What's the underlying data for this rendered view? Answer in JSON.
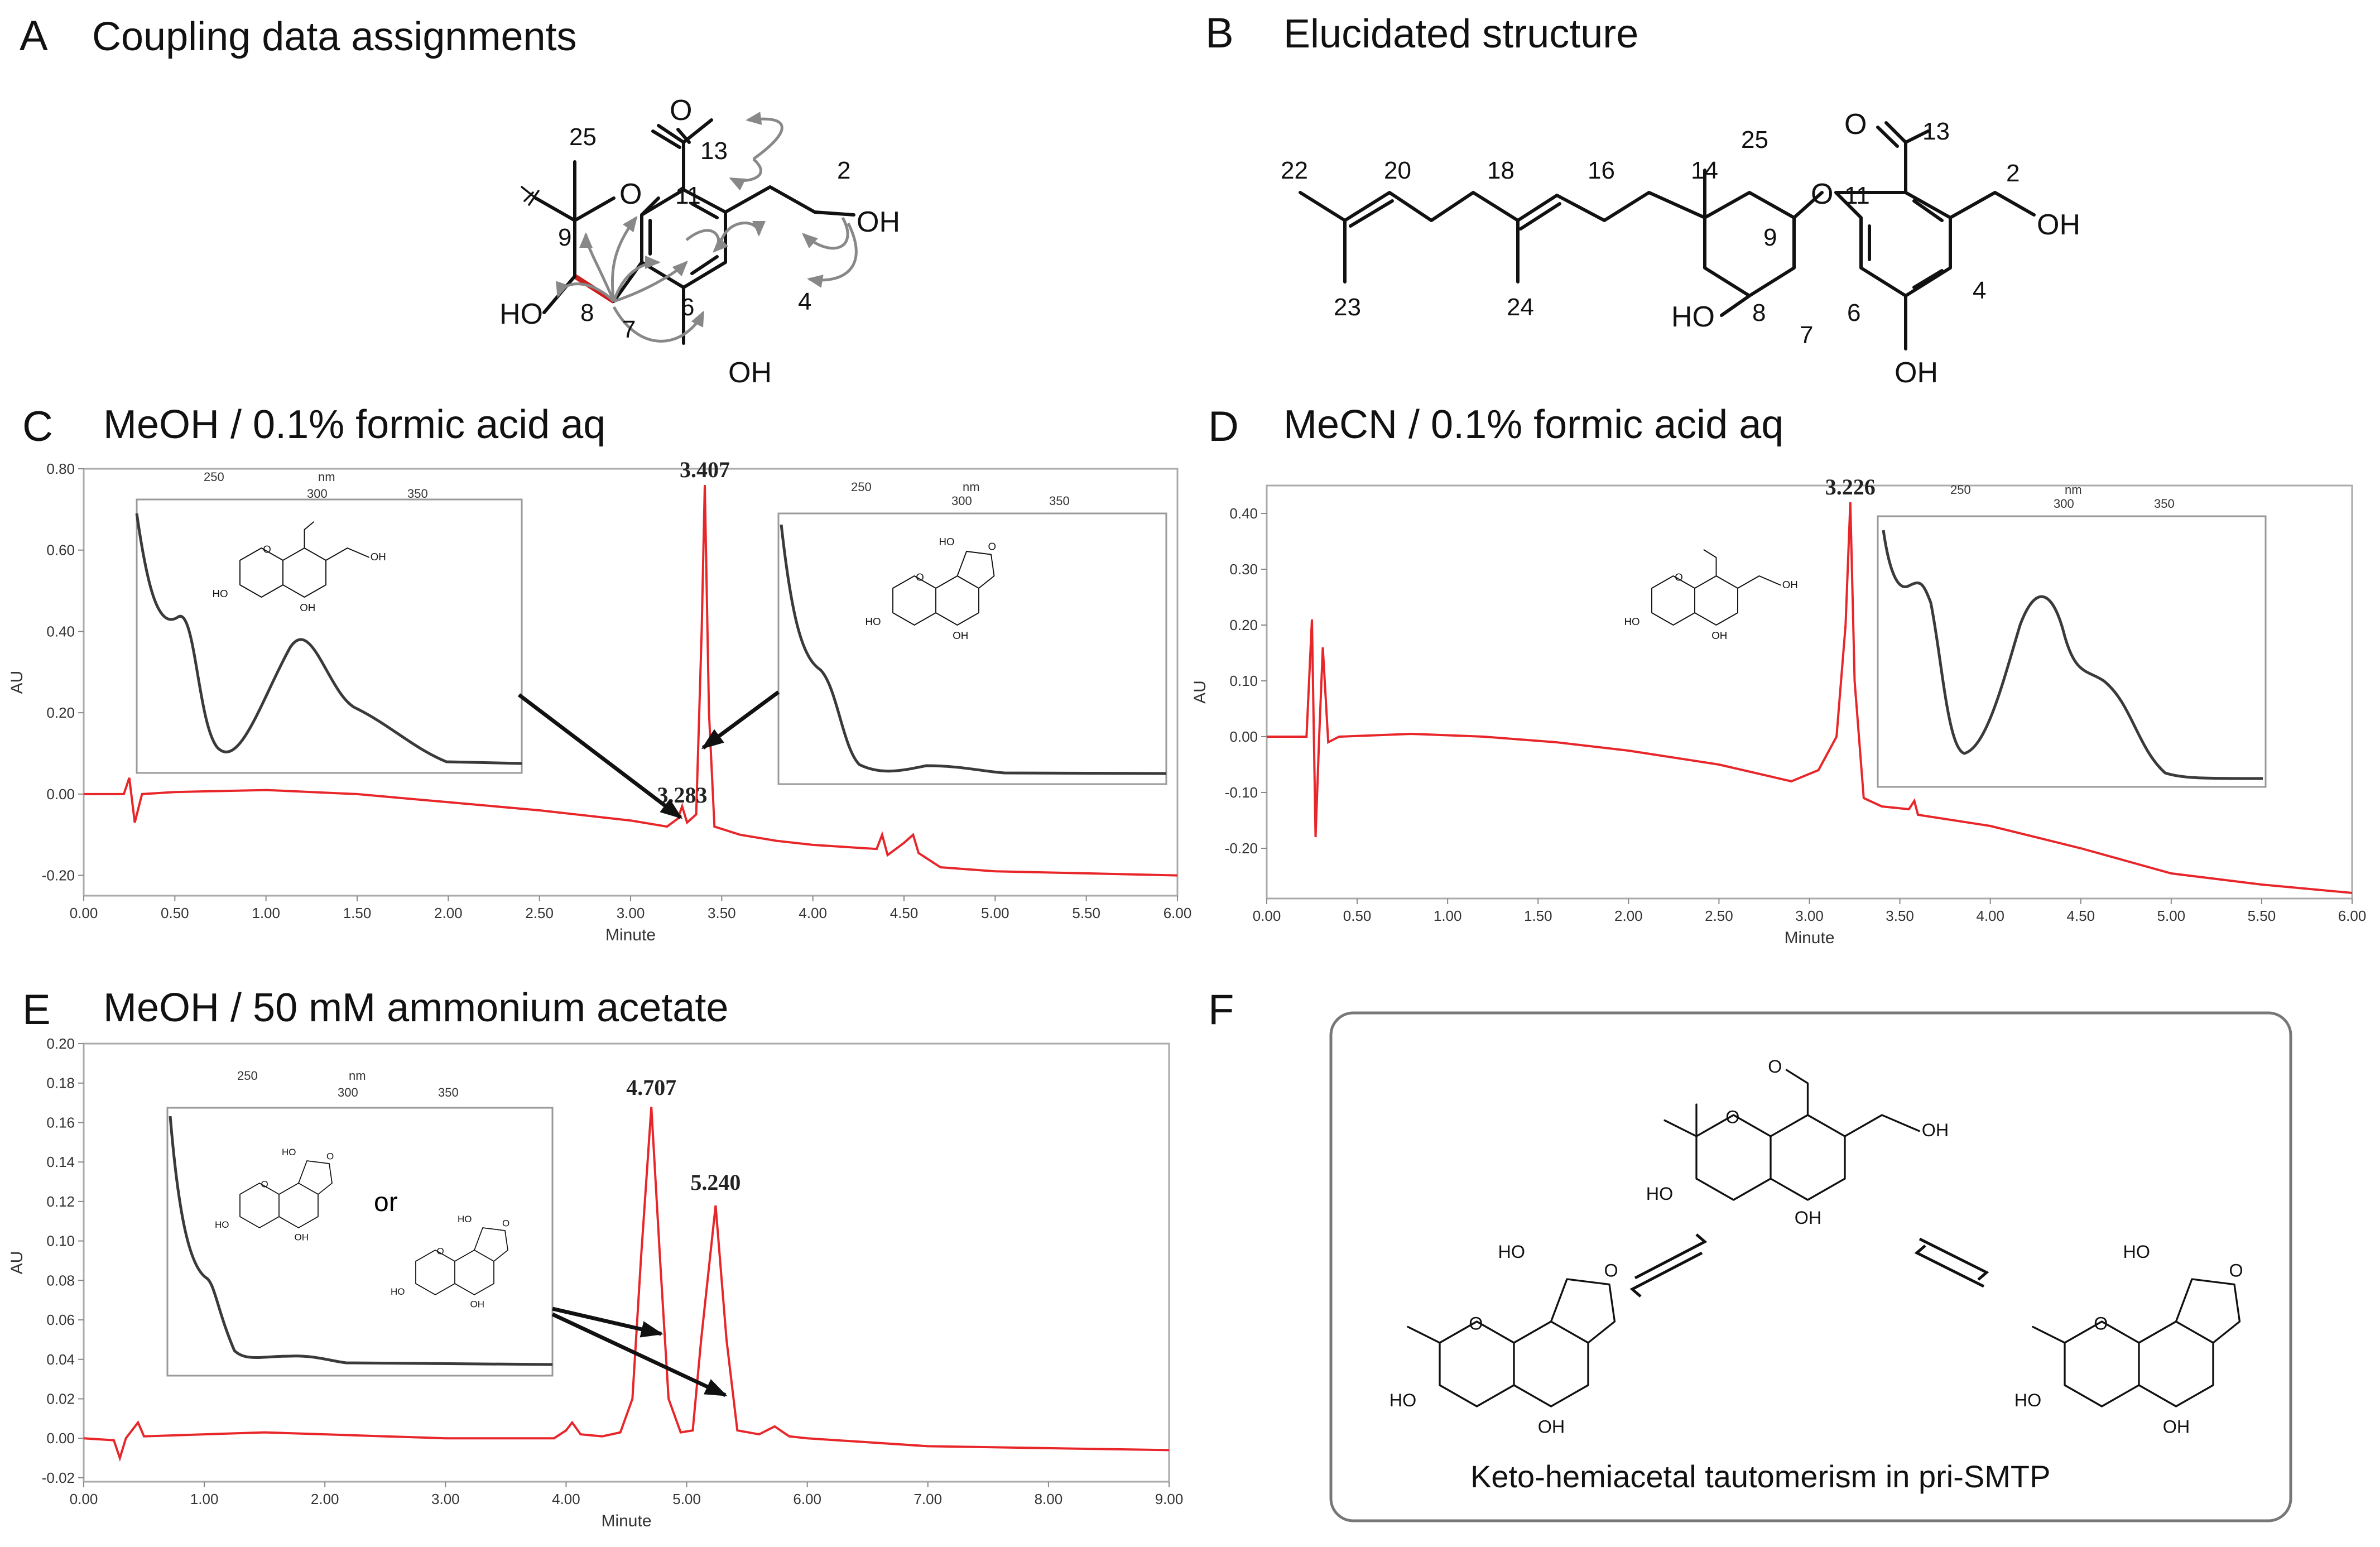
{
  "panels": {
    "A": {
      "letter": "A",
      "title": "Coupling data assignments",
      "labels": {
        "n25": "25",
        "n13": "13",
        "n2": "2",
        "n11": "11",
        "n9": "9",
        "n8": "8",
        "n7": "7",
        "n6": "6",
        "n4": "4",
        "O": "O",
        "OH2": "OH",
        "OH5": "OH",
        "HO8": "HO"
      }
    },
    "B": {
      "letter": "B",
      "title": "Elucidated structure",
      "labels": {
        "n22": "22",
        "n20": "20",
        "n18": "18",
        "n16": "16",
        "n14": "14",
        "n25": "25",
        "n13": "13",
        "n2": "2",
        "n11": "11",
        "n9": "9",
        "n8": "8",
        "n7": "7",
        "n6": "6",
        "n4": "4",
        "n23": "23",
        "n24": "24",
        "O": "O",
        "OH2": "OH",
        "OH5": "OH",
        "HO8": "HO"
      }
    },
    "C": {
      "letter": "C",
      "title": "MeOH / 0.1% formic acid aq"
    },
    "D": {
      "letter": "D",
      "title": "MeCN / 0.1% formic acid aq"
    },
    "E": {
      "letter": "E",
      "title": "MeOH / 50 mM ammonium acetate",
      "or_label": "or"
    },
    "F": {
      "letter": "F",
      "caption": "Keto-hemiacetal tautomerism in pri-SMTP"
    }
  },
  "mol_text": {
    "O": "O",
    "OH": "OH",
    "HO": "HO"
  },
  "uv_axis": {
    "nm": "nm",
    "ticks": [
      "250",
      "300",
      "350"
    ]
  },
  "colors": {
    "trace": "#e8262a",
    "inset_trace": "#3a3a3a",
    "accent_bond": "#cc1f1f",
    "hmbc_arrow": "#888888"
  },
  "chart_data": [
    {
      "panel": "C",
      "type": "line",
      "xlabel": "Minute",
      "ylabel": "AU",
      "xlim": [
        0,
        6
      ],
      "ylim": [
        -0.25,
        0.8
      ],
      "x_ticks": [
        "0.00",
        "0.50",
        "1.00",
        "1.50",
        "2.00",
        "2.50",
        "3.00",
        "3.50",
        "4.00",
        "4.50",
        "5.00",
        "5.50",
        "6.00"
      ],
      "y_ticks": [
        "-0.20",
        "0.00",
        "0.20",
        "0.40",
        "0.60",
        "0.80"
      ],
      "peak_labels": [
        {
          "x": 3.407,
          "y": 0.76,
          "text": "3.407"
        },
        {
          "x": 3.283,
          "y": -0.04,
          "text": "3.283"
        }
      ],
      "series": [
        {
          "points": [
            [
              0,
              0
            ],
            [
              0.22,
              0
            ],
            [
              0.25,
              0.04
            ],
            [
              0.28,
              -0.07
            ],
            [
              0.32,
              0
            ],
            [
              0.5,
              0.005
            ],
            [
              1.0,
              0.01
            ],
            [
              1.5,
              0.0
            ],
            [
              2.0,
              -0.02
            ],
            [
              2.5,
              -0.04
            ],
            [
              3.0,
              -0.065
            ],
            [
              3.2,
              -0.08
            ],
            [
              3.26,
              -0.06
            ],
            [
              3.283,
              -0.03
            ],
            [
              3.31,
              -0.07
            ],
            [
              3.36,
              -0.05
            ],
            [
              3.39,
              0.4
            ],
            [
              3.407,
              0.76
            ],
            [
              3.43,
              0.2
            ],
            [
              3.46,
              -0.08
            ],
            [
              3.6,
              -0.1
            ],
            [
              3.8,
              -0.115
            ],
            [
              4.0,
              -0.125
            ],
            [
              4.35,
              -0.135
            ],
            [
              4.38,
              -0.1
            ],
            [
              4.41,
              -0.15
            ],
            [
              4.47,
              -0.13
            ],
            [
              4.5,
              -0.12
            ],
            [
              4.55,
              -0.1
            ],
            [
              4.58,
              -0.145
            ],
            [
              4.7,
              -0.18
            ],
            [
              5.0,
              -0.19
            ],
            [
              5.5,
              -0.195
            ],
            [
              6.0,
              -0.2
            ]
          ]
        }
      ]
    },
    {
      "panel": "D",
      "type": "line",
      "xlabel": "Minute",
      "ylabel": "AU",
      "xlim": [
        0,
        6
      ],
      "ylim": [
        -0.29,
        0.45
      ],
      "x_ticks": [
        "0.00",
        "0.50",
        "1.00",
        "1.50",
        "2.00",
        "2.50",
        "3.00",
        "3.50",
        "4.00",
        "4.50",
        "5.00",
        "5.50",
        "6.00"
      ],
      "y_ticks": [
        "-0.20",
        "-0.10",
        "0.00",
        "0.10",
        "0.20",
        "0.30",
        "0.40"
      ],
      "peak_labels": [
        {
          "x": 3.226,
          "y": 0.42,
          "text": "3.226"
        }
      ],
      "series": [
        {
          "points": [
            [
              0,
              0
            ],
            [
              0.22,
              0
            ],
            [
              0.25,
              0.21
            ],
            [
              0.27,
              -0.18
            ],
            [
              0.29,
              0.0
            ],
            [
              0.31,
              0.16
            ],
            [
              0.34,
              -0.01
            ],
            [
              0.4,
              0
            ],
            [
              0.8,
              0.005
            ],
            [
              1.2,
              0.0
            ],
            [
              1.6,
              -0.01
            ],
            [
              2.0,
              -0.025
            ],
            [
              2.5,
              -0.05
            ],
            [
              2.9,
              -0.08
            ],
            [
              3.05,
              -0.06
            ],
            [
              3.15,
              0.0
            ],
            [
              3.2,
              0.2
            ],
            [
              3.226,
              0.42
            ],
            [
              3.25,
              0.1
            ],
            [
              3.3,
              -0.11
            ],
            [
              3.4,
              -0.125
            ],
            [
              3.55,
              -0.13
            ],
            [
              3.58,
              -0.115
            ],
            [
              3.6,
              -0.14
            ],
            [
              4.0,
              -0.16
            ],
            [
              4.5,
              -0.2
            ],
            [
              5.0,
              -0.245
            ],
            [
              5.5,
              -0.265
            ],
            [
              6.0,
              -0.28
            ]
          ]
        }
      ]
    },
    {
      "panel": "E",
      "type": "line",
      "xlabel": "Minute",
      "ylabel": "AU",
      "xlim": [
        0,
        9
      ],
      "ylim": [
        -0.022,
        0.2
      ],
      "x_ticks": [
        "0.00",
        "1.00",
        "2.00",
        "3.00",
        "4.00",
        "5.00",
        "6.00",
        "7.00",
        "8.00",
        "9.00"
      ],
      "y_ticks": [
        "-0.02",
        "0.00",
        "0.02",
        "0.04",
        "0.06",
        "0.08",
        "0.10",
        "0.12",
        "0.14",
        "0.16",
        "0.18",
        "0.20"
      ],
      "peak_labels": [
        {
          "x": 4.707,
          "y": 0.17,
          "text": "4.707"
        },
        {
          "x": 5.24,
          "y": 0.122,
          "text": "5.240"
        }
      ],
      "series": [
        {
          "points": [
            [
              0,
              0
            ],
            [
              0.25,
              -0.001
            ],
            [
              0.3,
              -0.01
            ],
            [
              0.35,
              0.0
            ],
            [
              0.45,
              0.008
            ],
            [
              0.5,
              0.001
            ],
            [
              1.0,
              0.002
            ],
            [
              1.5,
              0.003
            ],
            [
              2.0,
              0.002
            ],
            [
              2.5,
              0.001
            ],
            [
              3.0,
              0.0
            ],
            [
              3.5,
              0.0
            ],
            [
              3.9,
              0.0
            ],
            [
              4.0,
              0.004
            ],
            [
              4.05,
              0.008
            ],
            [
              4.12,
              0.002
            ],
            [
              4.3,
              0.001
            ],
            [
              4.45,
              0.003
            ],
            [
              4.55,
              0.02
            ],
            [
              4.62,
              0.09
            ],
            [
              4.707,
              0.168
            ],
            [
              4.78,
              0.09
            ],
            [
              4.85,
              0.02
            ],
            [
              4.95,
              0.003
            ],
            [
              5.05,
              0.004
            ],
            [
              5.12,
              0.05
            ],
            [
              5.24,
              0.118
            ],
            [
              5.33,
              0.05
            ],
            [
              5.42,
              0.004
            ],
            [
              5.6,
              0.002
            ],
            [
              5.73,
              0.006
            ],
            [
              5.85,
              0.001
            ],
            [
              6.0,
              0.0
            ],
            [
              6.5,
              -0.002
            ],
            [
              7.0,
              -0.004
            ],
            [
              8.0,
              -0.005
            ],
            [
              9.0,
              -0.006
            ]
          ]
        }
      ]
    }
  ]
}
